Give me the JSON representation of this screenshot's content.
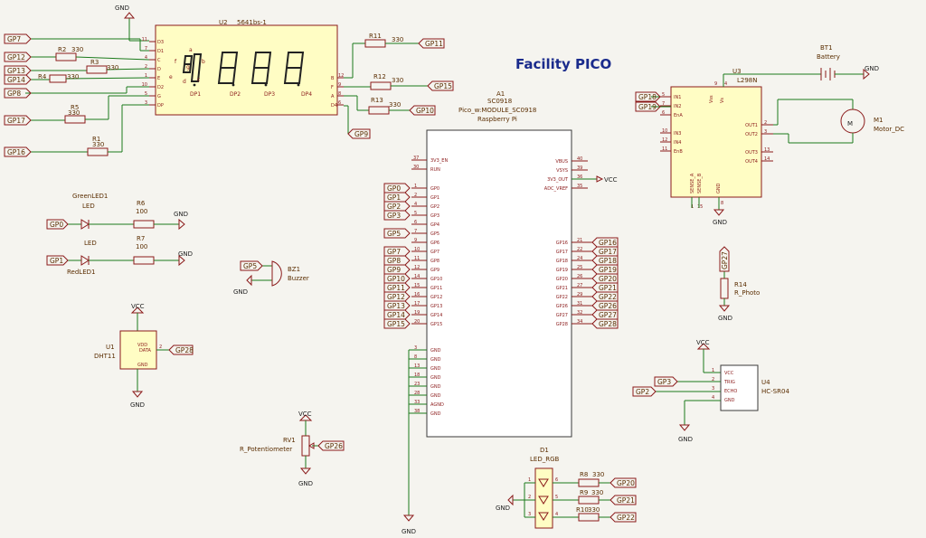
{
  "title": "Facility PICO",
  "seven_seg": {
    "ref": "U2",
    "value": "5641bs-1",
    "left_pins": [
      {
        "name": "D3",
        "num": "11"
      },
      {
        "name": "D1",
        "num": "7"
      },
      {
        "name": "C",
        "num": "4"
      },
      {
        "name": "D",
        "num": "2"
      },
      {
        "name": "E",
        "num": "1"
      },
      {
        "name": "D2",
        "num": "10"
      },
      {
        "name": "G",
        "num": "5"
      },
      {
        "name": "DP",
        "num": "3"
      }
    ],
    "right_pins": [
      {
        "name": "B",
        "num": "12"
      },
      {
        "name": "F",
        "num": "9"
      },
      {
        "name": "A",
        "num": "8"
      },
      {
        "name": "D4",
        "num": "6"
      }
    ],
    "seg_letters": {
      "a": "a",
      "b": "b",
      "c": "c",
      "d": "d",
      "e": "e",
      "f": "f",
      "g": "g"
    },
    "digits": [
      "DP1",
      "DP2",
      "DP3",
      "DP4"
    ]
  },
  "seg_labels_left": [
    "GP7",
    "GP12",
    "GP13",
    "GP14",
    "GP8",
    "GP17",
    "GP16"
  ],
  "seg_resistors": [
    {
      "ref": "R2",
      "val": "330"
    },
    {
      "ref": "R3",
      "val": "330"
    },
    {
      "ref": "R4",
      "val": "330"
    },
    {
      "ref": "R5",
      "val": "330"
    },
    {
      "ref": "R1",
      "val": "330"
    },
    {
      "ref": "R11",
      "val": "330"
    },
    {
      "ref": "R12",
      "val": "330"
    },
    {
      "ref": "R13",
      "val": "330"
    }
  ],
  "seg_labels_right": [
    "GP11",
    "GP15",
    "GP10",
    "GP9"
  ],
  "pico": {
    "ref": "A1",
    "value": "SC0918",
    "footprint": "Pico_w:MODULE_SC0918",
    "maker": "Raspberry Pi",
    "left_top": [
      {
        "num": "37",
        "name": "3V3_EN"
      },
      {
        "num": "30",
        "name": "RUN"
      }
    ],
    "left_gp": [
      {
        "num": "1",
        "name": "GP0",
        "label": "GP0"
      },
      {
        "num": "2",
        "name": "GP1",
        "label": "GP1"
      },
      {
        "num": "4",
        "name": "GP2",
        "label": "GP2"
      },
      {
        "num": "5",
        "name": "GP3",
        "label": "GP3"
      },
      {
        "num": "6",
        "name": "GP4",
        "label": ""
      },
      {
        "num": "7",
        "name": "GP5",
        "label": "GP5"
      },
      {
        "num": "9",
        "name": "GP6",
        "label": ""
      },
      {
        "num": "10",
        "name": "GP7",
        "label": "GP7"
      },
      {
        "num": "11",
        "name": "GP8",
        "label": "GP8"
      },
      {
        "num": "12",
        "name": "GP9",
        "label": "GP9"
      },
      {
        "num": "14",
        "name": "GP10",
        "label": "GP10"
      },
      {
        "num": "15",
        "name": "GP11",
        "label": "GP11"
      },
      {
        "num": "16",
        "name": "GP12",
        "label": "GP12"
      },
      {
        "num": "17",
        "name": "GP13",
        "label": "GP13"
      },
      {
        "num": "19",
        "name": "GP14",
        "label": "GP14"
      },
      {
        "num": "20",
        "name": "GP15",
        "label": "GP15"
      }
    ],
    "left_gnd": [
      {
        "num": "3",
        "name": "GND"
      },
      {
        "num": "8",
        "name": "GND"
      },
      {
        "num": "13",
        "name": "GND"
      },
      {
        "num": "18",
        "name": "GND"
      },
      {
        "num": "23",
        "name": "GND"
      },
      {
        "num": "28",
        "name": "GND"
      },
      {
        "num": "33",
        "name": "AGND"
      },
      {
        "num": "38",
        "name": "GND"
      }
    ],
    "right_top": [
      {
        "num": "40",
        "name": "VBUS"
      },
      {
        "num": "39",
        "name": "VSYS"
      },
      {
        "num": "36",
        "name": "3V3_OUT"
      },
      {
        "num": "35",
        "name": "ADC_VREF"
      }
    ],
    "right_gp": [
      {
        "num": "21",
        "name": "GP16",
        "label": "GP16"
      },
      {
        "num": "22",
        "name": "GP17",
        "label": "GP17"
      },
      {
        "num": "24",
        "name": "GP18",
        "label": "GP18"
      },
      {
        "num": "25",
        "name": "GP19",
        "label": "GP19"
      },
      {
        "num": "26",
        "name": "GP20",
        "label": "GP20"
      },
      {
        "num": "27",
        "name": "GP21",
        "label": "GP21"
      },
      {
        "num": "29",
        "name": "GP22",
        "label": "GP22"
      },
      {
        "num": "31",
        "name": "GP26",
        "label": "GP26"
      },
      {
        "num": "32",
        "name": "GP27",
        "label": "GP27"
      },
      {
        "num": "34",
        "name": "GP28",
        "label": "GP28"
      }
    ],
    "vcc": "VCC",
    "gnd": "GND"
  },
  "leds": {
    "green_ref": "GreenLED1",
    "green_val": "LED",
    "green_label": "GP0",
    "r6_ref": "R6",
    "r6_val": "100",
    "red_val": "LED",
    "red_ref": "RedLED1",
    "red_label": "GP1",
    "r7_ref": "R7",
    "r7_val": "100",
    "gnd": "GND"
  },
  "buzzer": {
    "ref": "BZ1",
    "value": "Buzzer",
    "label": "GP5",
    "gnd": "GND"
  },
  "dht": {
    "ref": "U1",
    "value": "DHT11",
    "pin_vdd": "VDD",
    "pin_gnd": "GND",
    "pin_data": "DATA",
    "pin_num": "2",
    "label": "GP28",
    "vcc": "VCC",
    "gnd": "GND"
  },
  "pot": {
    "ref": "RV1",
    "value": "R_Potentiometer",
    "label": "GP26",
    "vcc": "VCC",
    "gnd": "GND"
  },
  "rgb": {
    "ref": "D1",
    "value": "LED_RGB",
    "pins": [
      "6",
      "5",
      "4",
      "1",
      "2",
      "3"
    ],
    "r8": "R8",
    "r9": "R9",
    "r10": "R10",
    "rval": "330",
    "labels": [
      "GP20",
      "GP21",
      "GP22"
    ],
    "gnd": "GND"
  },
  "l298": {
    "ref": "U3",
    "value": "L298N",
    "vss": "Vss",
    "vs": "Vs",
    "left_pins": [
      {
        "num": "5",
        "name": "IN1"
      },
      {
        "num": "7",
        "name": "IN2"
      },
      {
        "num": "6",
        "name": "EnA"
      },
      {
        "num": "10",
        "name": "IN3"
      },
      {
        "num": "12",
        "name": "IN4"
      },
      {
        "num": "11",
        "name": "EnB"
      }
    ],
    "right_pins": [
      {
        "num": "2",
        "name": "OUT1"
      },
      {
        "num": "3",
        "name": "OUT2"
      },
      {
        "num": "13",
        "name": "OUT3"
      },
      {
        "num": "14",
        "name": "OUT4"
      }
    ],
    "bottom": [
      "SENSE_A",
      "SENSE_B",
      "GND"
    ],
    "bottom_nums": [
      "1",
      "15",
      "8"
    ],
    "top_nums": [
      "9",
      "4"
    ],
    "labels": [
      "GP18",
      "GP19"
    ],
    "gnd": "GND"
  },
  "battery": {
    "ref": "BT1",
    "value": "Battery",
    "gnd": "GND"
  },
  "motor": {
    "ref": "M1",
    "value": "Motor_DC"
  },
  "photo": {
    "ref": "R14",
    "value": "R_Photo",
    "label": "GP27",
    "gnd": "GND"
  },
  "hcsr04": {
    "ref": "U4",
    "value": "HC-SR04",
    "pins": [
      {
        "num": "1",
        "name": "VCC"
      },
      {
        "num": "2",
        "name": "TRIG"
      },
      {
        "num": "3",
        "name": "ECHO"
      },
      {
        "num": "4",
        "name": "GND"
      }
    ],
    "labels": [
      "GP3",
      "GP2"
    ],
    "vcc": "VCC",
    "gnd": "GND"
  },
  "gnd_top": "GND"
}
